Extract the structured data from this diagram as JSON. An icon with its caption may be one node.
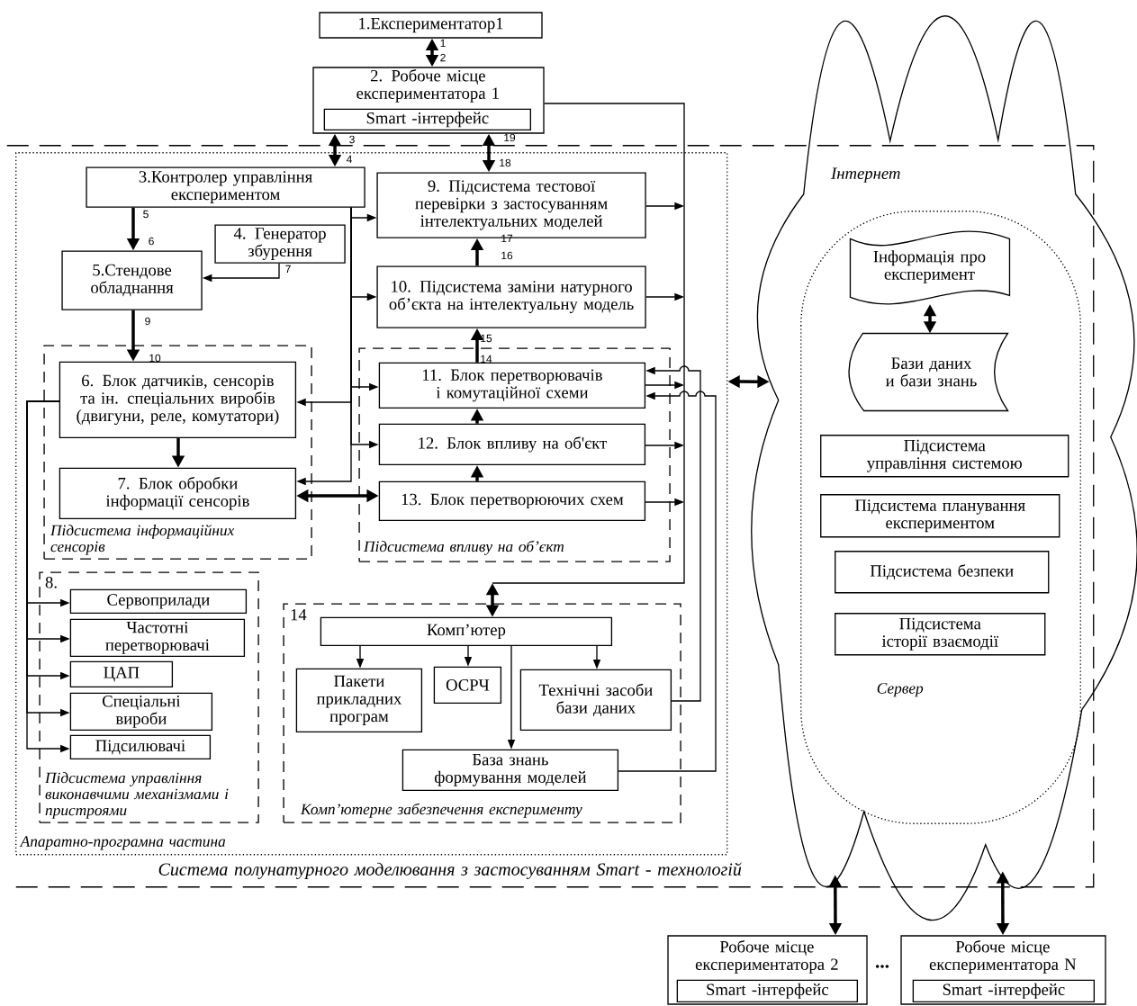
{
  "diagram": {
    "nodes": [
      {
        "text": [
          "1.Експериментатор1"
        ]
      },
      {
        "text": [
          "2. Робоче місце експериментатора 1"
        ]
      },
      {
        "text": [
          "Smart -інтерфейс"
        ],
        "in": 1
      },
      {
        "text": [
          "Система полунатурного моделювання з застосуванням Smart - технологій"
        ]
      },
      {
        "text": [
          "Апаратно-програмна частина"
        ],
        "in": 3
      },
      {
        "text": [
          "3.Контролер управління експериментом"
        ],
        "in": 4
      },
      {
        "text": [
          "4. Генератор збурення"
        ],
        "in": 4
      },
      {
        "text": [
          "5.Стендове обладнання"
        ],
        "in": 4
      },
      {
        "text": [
          "Підсистема інформаційних сенсорів"
        ],
        "in": 4
      },
      {
        "text": [
          "6. Блок датчиків, сенсорів та ін. спеціальних виробів (двигуни, реле, комутатори)"
        ],
        "in": 8
      },
      {
        "text": [
          "7. Блок обробки інформації сенсорів"
        ],
        "in": 8
      },
      {
        "text": [
          "9. Підсистема тестової перевірки з застосуванням інтелектуальних моделей"
        ],
        "in": 4
      },
      {
        "text": [
          "10. Підсистема заміни натурного об’єкта на інтелектуальну модель"
        ],
        "in": 4
      },
      {
        "text": [
          "Підсистема впливу на об’єкт"
        ],
        "in": 4
      },
      {
        "text": [
          "11. Блок перетворювачів і комутаційної схеми"
        ],
        "in": 13
      },
      {
        "text": [
          "12. Блок впливу на об'єкт"
        ],
        "in": 13
      },
      {
        "text": [
          "13. Блок перетворюючих схем"
        ],
        "in": 13
      },
      {
        "text": [
          "8.",
          "Підсистема управління виконавчими механізмами і пристроями"
        ],
        "in": 4
      },
      {
        "text": [
          "Сервоприлади"
        ],
        "in": 17
      },
      {
        "text": [
          "Частотні перетворювачі"
        ],
        "in": 17
      },
      {
        "text": [
          "ЦАП"
        ],
        "in": 17
      },
      {
        "text": [
          "Спеціальні вироби"
        ],
        "in": 17
      },
      {
        "text": [
          "Підсилювачі"
        ],
        "in": 17
      },
      {
        "text": [
          "14",
          "Комп’ютерне забезпечення експерименту"
        ],
        "in": 4
      },
      {
        "text": [
          "Комп’ютер"
        ],
        "in": 23
      },
      {
        "text": [
          "Пакети прикладних програм"
        ],
        "in": 23
      },
      {
        "text": [
          "ОСРЧ"
        ],
        "in": 23
      },
      {
        "text": [
          "Технічні засоби бази даних"
        ],
        "in": 23
      },
      {
        "text": [
          "База знань формування моделей"
        ],
        "in": 23
      },
      {
        "text": [
          "Інтернет"
        ]
      },
      {
        "text": [
          "Сервер"
        ]
      },
      {
        "text": [
          "Інформація про експеримент"
        ],
        "in": 30
      },
      {
        "text": [
          "Бази даних и бази знань"
        ],
        "in": 30
      },
      {
        "text": [
          "Підсистема управління системою"
        ],
        "in": 30
      },
      {
        "text": [
          "Підсистема планування експериментом"
        ],
        "in": 30
      },
      {
        "text": [
          "Підсистема безпеки"
        ],
        "in": 30
      },
      {
        "text": [
          "Підсистема історії взаємодії"
        ],
        "in": 30
      },
      {
        "text": [
          "Робоче місце експериментатора 2"
        ]
      },
      {
        "text": [
          "Smart -інтерфейс"
        ],
        "in": 37
      },
      {
        "text": [
          "Робоче місце експериментатора N"
        ]
      },
      {
        "text": [
          "Smart -інтерфейс"
        ],
        "in": 39
      }
    ],
    "edges": [
      {
        "from": 0,
        "to": 1,
        "arrow": "both",
        "style": "thick"
      },
      {
        "from": 1,
        "to": 5,
        "arrow": "both",
        "style": "thick"
      },
      {
        "from": 1,
        "to": 11,
        "arrow": "both",
        "style": "thick"
      },
      {
        "from": 5,
        "to": 7,
        "arrow": "to",
        "style": "thick"
      },
      {
        "from": 6,
        "to": 7,
        "arrow": "to"
      },
      {
        "from": 7,
        "to": 9,
        "arrow": "to",
        "style": "thick"
      },
      {
        "from": 9,
        "to": 10,
        "arrow": "to",
        "style": "thick"
      },
      {
        "from": 10,
        "to": 16,
        "arrow": "both",
        "style": "thick"
      },
      {
        "from": 12,
        "to": 11,
        "arrow": "to",
        "style": "thick"
      },
      {
        "from": 14,
        "to": 12,
        "arrow": "to",
        "style": "thick"
      },
      {
        "from": 15,
        "to": 14,
        "arrow": "to",
        "style": "thick"
      },
      {
        "from": 16,
        "to": 15,
        "arrow": "to",
        "style": "thick"
      },
      {
        "from": 5,
        "to": 11,
        "arrow": "to"
      },
      {
        "from": 5,
        "to": 12,
        "arrow": "to"
      },
      {
        "from": 5,
        "to": 14,
        "arrow": "to"
      },
      {
        "from": 5,
        "to": 15,
        "arrow": "to"
      },
      {
        "from": 5,
        "to": 9,
        "arrow": "to"
      },
      {
        "from": 5,
        "to": 10,
        "arrow": "to"
      },
      {
        "from": 9,
        "to": 18,
        "arrow": "to"
      },
      {
        "from": 9,
        "to": 19,
        "arrow": "to"
      },
      {
        "from": 9,
        "to": 20,
        "arrow": "to"
      },
      {
        "from": 9,
        "to": 21,
        "arrow": "to"
      },
      {
        "from": 9,
        "to": 22,
        "arrow": "to"
      },
      {
        "from": 11,
        "to": null,
        "arrow": "to"
      },
      {
        "from": 12,
        "to": null,
        "arrow": "to"
      },
      {
        "from": 14,
        "to": null,
        "arrow": "to"
      },
      {
        "from": 15,
        "to": null,
        "arrow": "to"
      },
      {
        "from": 16,
        "to": null,
        "arrow": "to"
      },
      {
        "from": 27,
        "to": 14,
        "arrow": "to"
      },
      {
        "from": 28,
        "to": 14,
        "arrow": "to"
      },
      {
        "from": 24,
        "to": 25,
        "arrow": "to"
      },
      {
        "from": 24,
        "to": 26,
        "arrow": "to"
      },
      {
        "from": 24,
        "to": 27,
        "arrow": "to"
      },
      {
        "from": 24,
        "to": 28,
        "arrow": "to"
      },
      {
        "from": 1,
        "to": null,
        "arrow": "none"
      },
      {
        "from": null,
        "to": 24,
        "arrow": "both",
        "style": "thick"
      },
      {
        "from": 4,
        "to": 29,
        "arrow": "both",
        "style": "thick"
      },
      {
        "from": 31,
        "to": 32,
        "arrow": "both",
        "style": "thick"
      },
      {
        "from": 29,
        "to": 37,
        "arrow": "both",
        "style": "thick"
      },
      {
        "from": 29,
        "to": 39,
        "arrow": "both",
        "style": "thick"
      }
    ],
    "labels": [
      "1",
      "2",
      "3",
      "4",
      "19",
      "18",
      "5",
      "6",
      "17",
      "16",
      "7",
      "9",
      "10",
      "15",
      "14",
      "..."
    ]
  }
}
